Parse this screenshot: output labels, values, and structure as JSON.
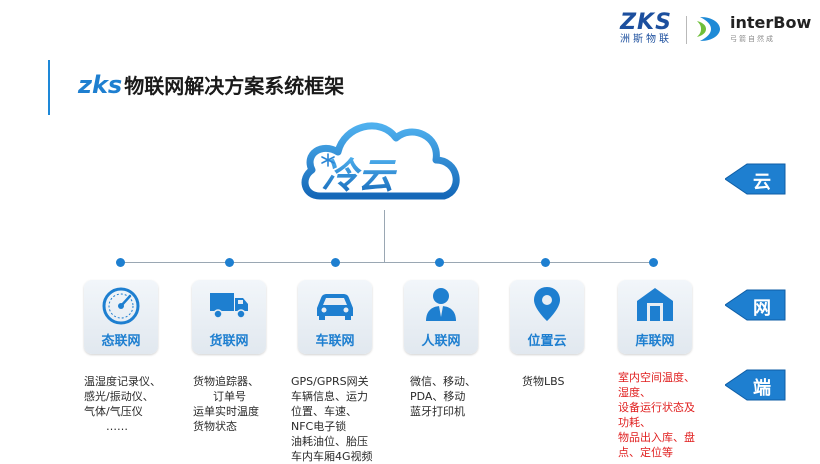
{
  "header": {
    "title_brand": "zks",
    "title_rest": "物联网解决方案系统框架"
  },
  "logos": {
    "zks_mark": "ZKS",
    "zks_sub": "洲斯物联",
    "interbow_mark": "interBow",
    "interbow_sub": "弓箭自然成"
  },
  "cloud": {
    "label": "冷云"
  },
  "colors": {
    "accent": "#1e7fd0",
    "red_text": "#e02020",
    "line": "#9aa7b3"
  },
  "nodes": [
    {
      "label": "态联网",
      "icon": "gauge-icon",
      "desc": [
        "温湿度记录仪、",
        "感光/振动仪、",
        "气体/气压仪",
        "……"
      ]
    },
    {
      "label": "货联网",
      "icon": "truck-icon",
      "desc": [
        "货物追踪器、",
        "订单号",
        "运单实时温度",
        "货物状态"
      ]
    },
    {
      "label": "车联网",
      "icon": "car-icon",
      "desc": [
        "GPS/GPRS网关",
        "车辆信息、运力",
        "位置、车速、",
        "NFC电子锁",
        "油耗油位、胎压",
        "车内车厢4G视频"
      ]
    },
    {
      "label": "人联网",
      "icon": "person-icon",
      "desc": [
        "微信、移动、",
        "PDA、移动",
        "蓝牙打印机"
      ]
    },
    {
      "label": "位置云",
      "icon": "location-pin-icon",
      "desc": [
        "货物LBS"
      ]
    },
    {
      "label": "库联网",
      "icon": "warehouse-icon",
      "desc": [
        "室内空间温度、",
        "湿度、",
        "设备运行状态及",
        "功耗、",
        "物品出入库、盘",
        "点、定位等"
      ]
    }
  ],
  "side_labels": [
    "云",
    "网",
    "端"
  ]
}
